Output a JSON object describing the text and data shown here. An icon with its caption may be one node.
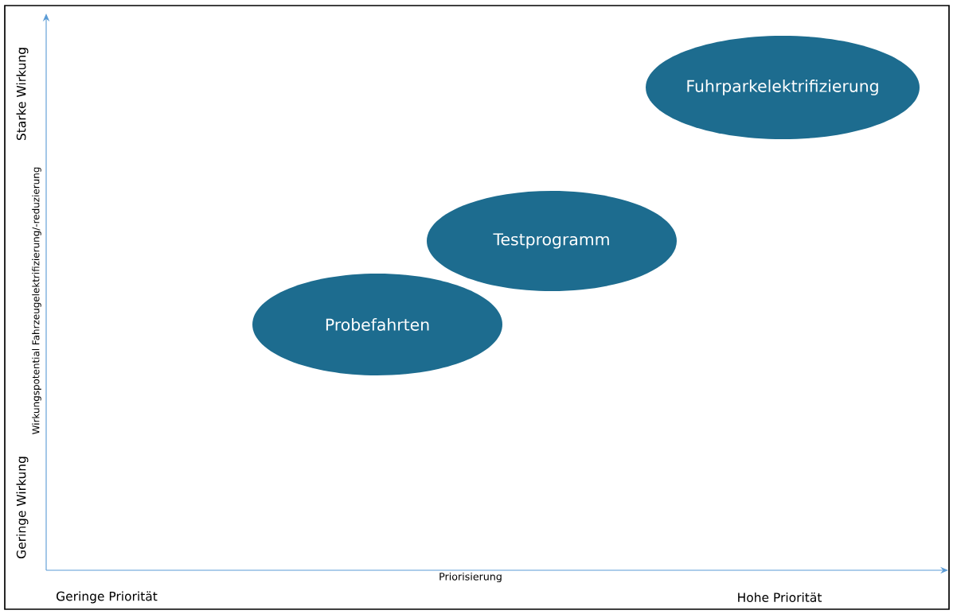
{
  "diagram": {
    "nodes": [
      {
        "text": [
          "Fuhrparkelektrifizierung"
        ]
      },
      {
        "text": [
          "Testprogramm"
        ]
      },
      {
        "text": [
          "Probefahrten"
        ]
      }
    ],
    "labels": [
      "Starke Wirkung",
      "Wirkungspotential Fahrzeugelektrifizierung/-reduzierung",
      "Geringe Wirkung",
      "Priorisierung",
      "Geringe Priorität",
      "Hohe Priorität"
    ]
  }
}
